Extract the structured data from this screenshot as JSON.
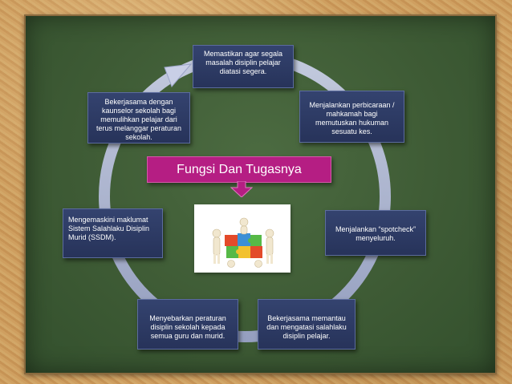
{
  "title": "Fungsi Dan Tugasnya",
  "items": [
    "Memastikan agar segala masalah disiplin pelajar diatasi segera.",
    "Menjalankan perbicaraan / mahkamah bagi memutuskan hukuman sesuatu kes.",
    "Menjalankan “spotcheck” menyeluruh.",
    "Bekerjasama memantau dan mengatasi salahlaku disiplin pelajar.",
    "Menyebarkan peraturan disiplin sekolah kepada semua guru dan murid.",
    "Mengemaskini maklumat Sistem Salahlaku Disiplin Murid (SSDM).",
    "Bekerjasama dengan kaunselor sekolah bagi memulihkan pelajar dari terus melanggar peraturan sekolah."
  ],
  "colors": {
    "box_fill": "#2d3a64",
    "title_fill": "#b51e83",
    "cycle_ring": "#b7bfdc"
  },
  "icons": [
    "teamwork-puzzle-illustration",
    "down-arrow-icon",
    "cycle-arrow-icon"
  ]
}
